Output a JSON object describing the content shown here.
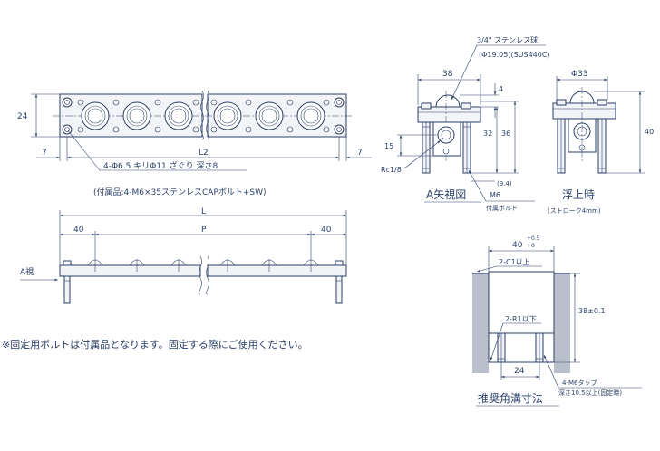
{
  "top_view": {
    "dim_height": "24",
    "dim_left": "7",
    "dim_right": "7",
    "dim_l2": "L2",
    "note_holes": "4-Φ6.5 キリΦ11 ざぐり 深さ8",
    "note_accessory": "(付属品:4-M6×35ステンレスCAPボルト+SW)"
  },
  "front_view": {
    "dim_l": "L",
    "dim_left": "40",
    "dim_p": "P",
    "dim_right": "40",
    "arrow_label": "A視"
  },
  "a_view": {
    "ball_label": "3/4\" ステンレス球",
    "ball_spec": "(Φ19.05)(SUS440C)",
    "dim_width": "38",
    "dim_top": "4",
    "dim_32": "32",
    "dim_36": "36",
    "dim_15": "15",
    "dim_rc": "Rc1/8",
    "dim_94": "(9.4)",
    "label_m6": "M6",
    "label_bolt": "付属ボルト",
    "title": "A矢視図"
  },
  "float_view": {
    "dim_diameter": "Φ33",
    "dim_40": "40",
    "title": "浮上時",
    "subtitle": "(ストローク4mm)"
  },
  "groove_view": {
    "dim_40": "40",
    "tol_plus": "+0.5",
    "tol_zero": "+0",
    "label_c1": "2-C1以上",
    "label_r1": "2-R1以下",
    "dim_38": "38±0.1",
    "dim_24": "24",
    "label_tap": "4-M6タップ",
    "label_depth": "深さ10.5以上(固定時)",
    "title": "推奨角溝寸法"
  },
  "footnote": "※固定用ボルトは付属品となります。固定する際にご使用ください。"
}
